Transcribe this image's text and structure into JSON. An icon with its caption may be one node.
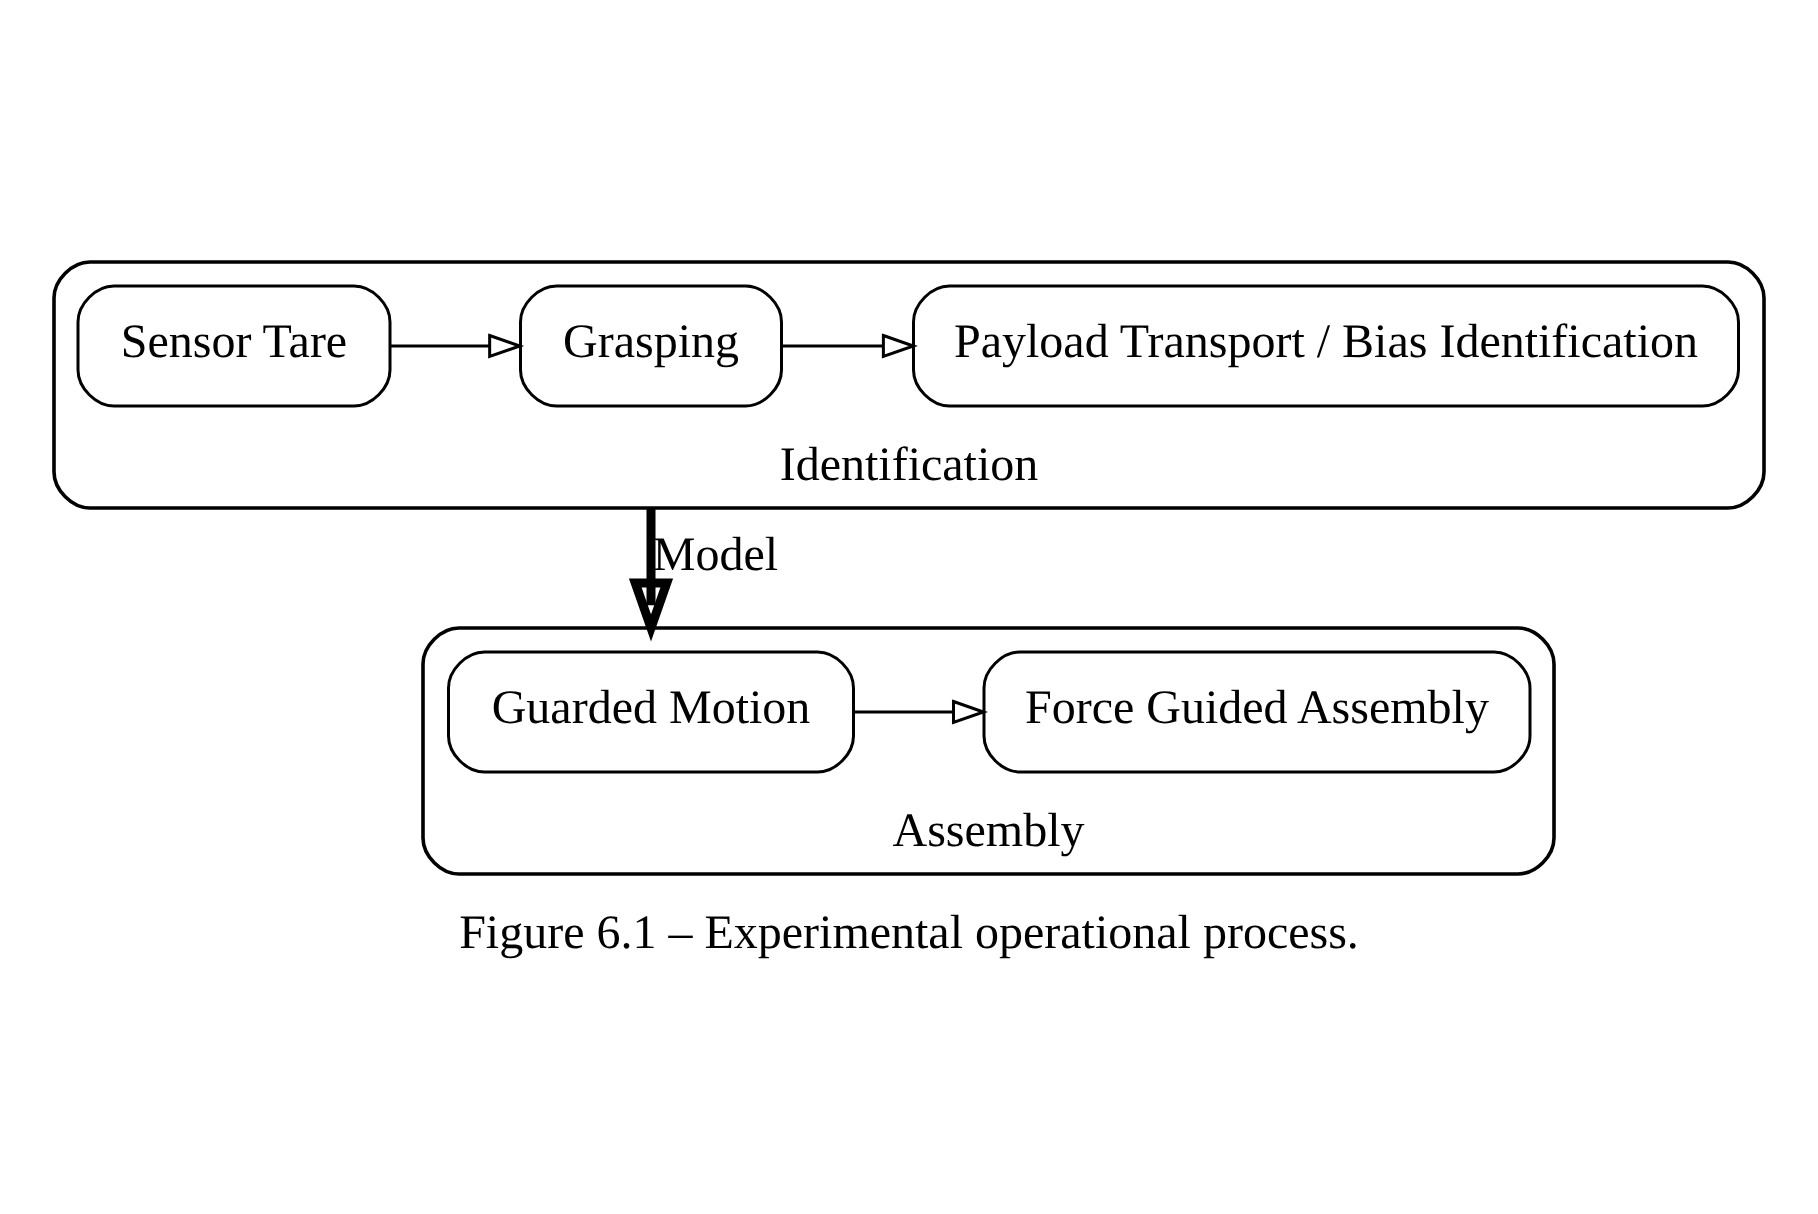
{
  "diagram": {
    "caption": "Figure 6.1 – Experimental operational process.",
    "nodes": [
      {
        "text": [
          "Identification"
        ]
      },
      {
        "text": [
          "Sensor Tare"
        ],
        "in": 0
      },
      {
        "text": [
          "Grasping"
        ],
        "in": 0
      },
      {
        "text": [
          "Payload Transport / Bias Identification"
        ],
        "in": 0
      },
      {
        "text": [
          "Assembly"
        ]
      },
      {
        "text": [
          "Guarded Motion"
        ],
        "in": 4
      },
      {
        "text": [
          "Force Guided Assembly"
        ],
        "in": 4
      }
    ],
    "edges": [
      {
        "from": 1,
        "to": 2,
        "arrow": "to"
      },
      {
        "from": 2,
        "to": 3,
        "arrow": "to"
      },
      {
        "from": 0,
        "to": 4,
        "arrow": "to",
        "label": "Model",
        "style": "thick"
      },
      {
        "from": 5,
        "to": 6,
        "arrow": "to"
      }
    ]
  }
}
